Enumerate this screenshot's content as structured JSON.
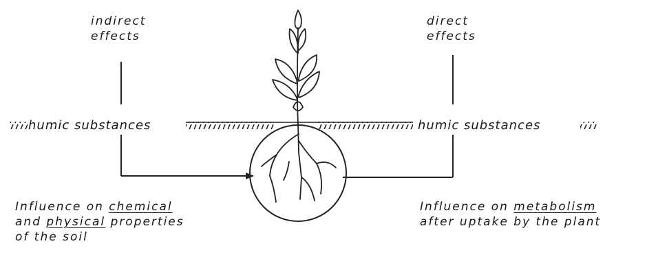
{
  "left_heading": {
    "line1": "indirect",
    "line2": "effects"
  },
  "right_heading": {
    "line1": "direct",
    "line2": "effects"
  },
  "soil_line": {
    "left_label": "humic substances",
    "right_label": "humic substances"
  },
  "left_caption": {
    "line1_prefix": "Influence on ",
    "line1_emphasis": "chemical",
    "line2_prefix": "and ",
    "line2_emphasis": "physical",
    "line2_suffix": " properties",
    "line3": "of the soil"
  },
  "right_caption": {
    "line1_prefix": "Influence on ",
    "line1_emphasis": "metabolism",
    "line2": "after uptake by the plant"
  }
}
